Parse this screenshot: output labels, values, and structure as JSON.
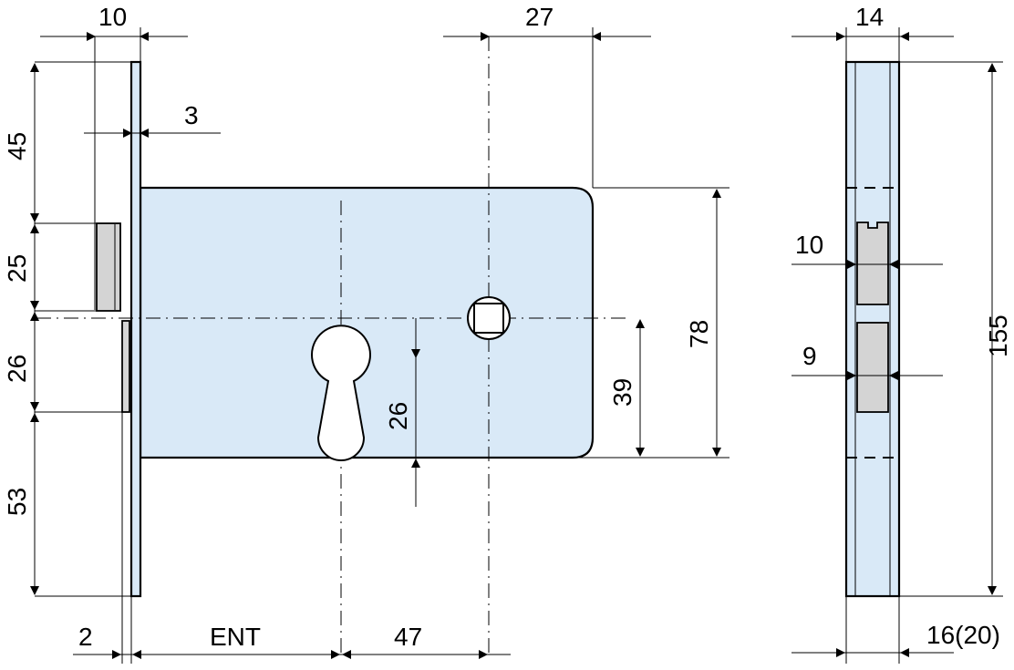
{
  "dimensions": {
    "front_thickness": "10",
    "front_offset": "3",
    "backset_right": "27",
    "top_to_latch": "45",
    "latch_height": "25",
    "latch_to_bolt": "26",
    "bolt_to_bottom": "53",
    "case_height": "78",
    "axis_to_case_bottom": "39",
    "cylinder_distance": "26",
    "bottom_offset": "2",
    "entry": "ENT",
    "spindle_distance": "47",
    "side_width": "14",
    "side_latch_width": "10",
    "side_bolt_width": "9",
    "faceplate_height": "155",
    "faceplate_width": "16(20)"
  }
}
